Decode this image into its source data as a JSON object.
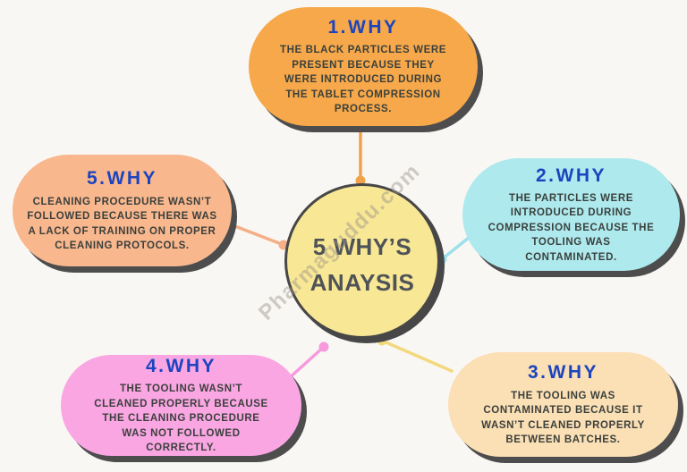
{
  "page": {
    "background": "#f9f7f3",
    "shadow_color": "#4d4d4d"
  },
  "center": {
    "title": "5 WHY’S\nANAYSIS",
    "fill": "#f8e794",
    "text_color": "#4e5358",
    "outline_color": "#474747"
  },
  "watermark": {
    "text": "Pharmaguddu.com",
    "color": "#9b938a"
  },
  "colors": {
    "heading_blue": "#1c44be",
    "body_text": "#3b403c"
  },
  "boxes": [
    {
      "id": "why-1",
      "heading": "1.WHY",
      "body": "THE BLACK PARTICLES WERE\nPRESENT BECAUSE THEY\nWERE INTRODUCED DURING\nTHE TABLET COMPRESSION\nPROCESS.",
      "fill": "#f6a84a",
      "connector_color": "#f1a34b"
    },
    {
      "id": "why-2",
      "heading": "2.WHY",
      "body": "THE PARTICLES WERE\nINTRODUCED DURING\nCOMPRESSION BECAUSE THE\nTOOLING WAS\nCONTAMINATED.",
      "fill": "#aee9ee",
      "connector_color": "#9de2ea"
    },
    {
      "id": "why-3",
      "heading": "3.WHY",
      "body": "THE TOOLING WAS\nCONTAMINATED BECAUSE IT\nWASN’T CLEANED PROPERLY\nBETWEEN BATCHES.",
      "fill": "#fbdfb5",
      "connector_color": "#f3d97e"
    },
    {
      "id": "why-4",
      "heading": "4.WHY",
      "body": "THE TOOLING WASN’T\nCLEANED PROPERLY BECAUSE\nTHE CLEANING PROCEDURE\nWAS NOT FOLLOWED\nCORRECTLY.",
      "fill": "#f9a6e3",
      "connector_color": "#f79add"
    },
    {
      "id": "why-5",
      "heading": "5.WHY",
      "body": "CLEANING PROCEDURE WASN’T\nFOLLOWED BECAUSE THERE WAS\nA LACK OF TRAINING ON PROPER\nCLEANING PROTOCOLS.",
      "fill": "#f9b78e",
      "connector_color": "#f5ae87"
    }
  ]
}
